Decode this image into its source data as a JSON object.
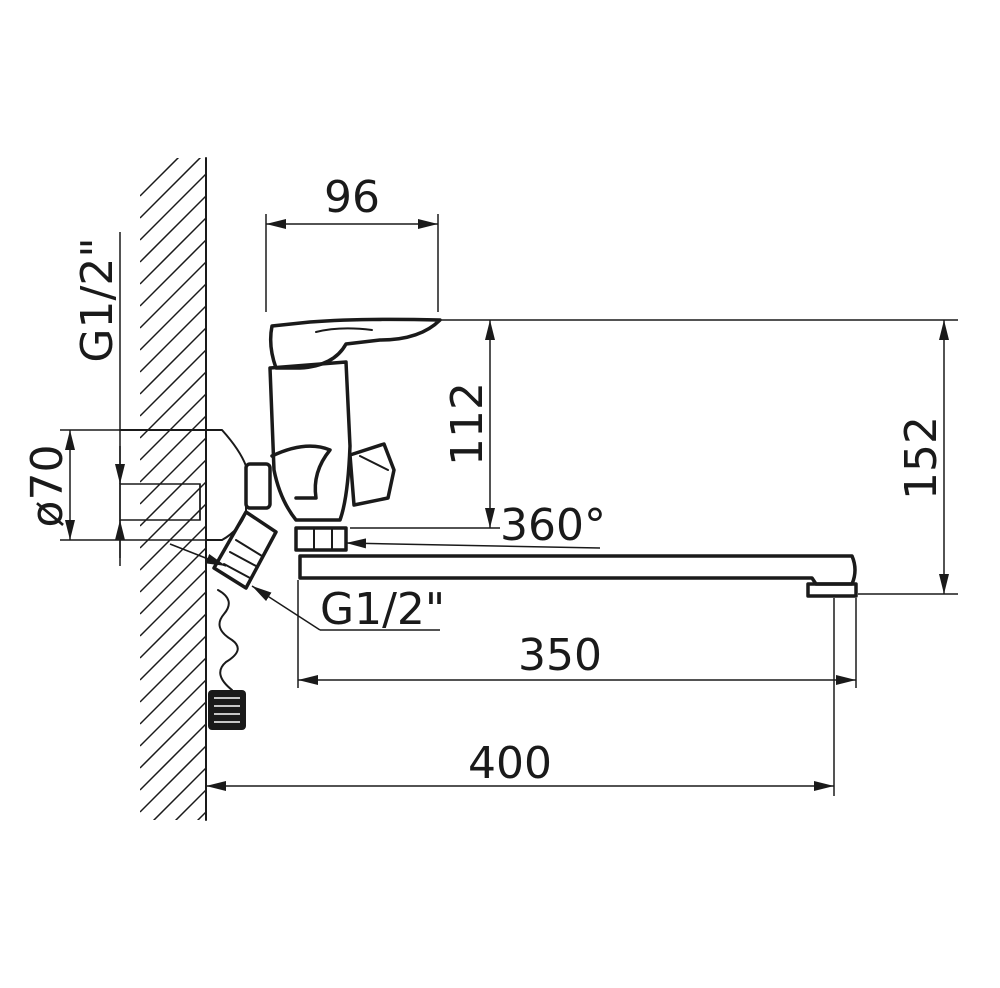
{
  "drawing": {
    "colors": {
      "ink": "#1a1a1a",
      "background": "#ffffff"
    },
    "dimensions": {
      "handle_width": "96",
      "body_height": "112",
      "total_height": "152",
      "rotation": "360°",
      "thread_top": "G1/2\"",
      "thread_bottom": "G1/2\"",
      "diameter": "ø70",
      "spout_length": "350",
      "total_length": "400"
    }
  }
}
